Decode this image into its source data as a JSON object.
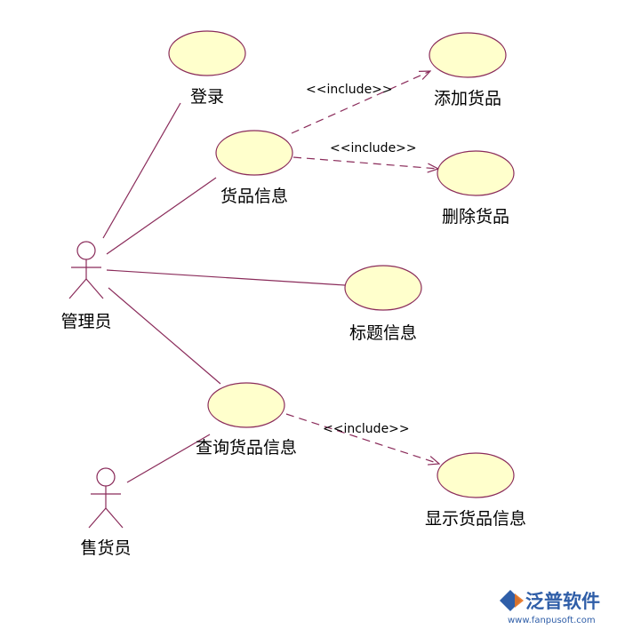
{
  "colors": {
    "line": "#8a2b5a",
    "usecase_fill": "#ffffcc",
    "usecase_stroke": "#8a2b5a",
    "text": "#000000",
    "logo_blue": "#2f5ea8",
    "logo_orange": "#e8731f"
  },
  "actors": {
    "admin": {
      "label": "管理员"
    },
    "seller": {
      "label": "售货员"
    }
  },
  "usecases": {
    "login": {
      "label": "登录"
    },
    "goods_info": {
      "label": "货品信息"
    },
    "add_goods": {
      "label": "添加货品"
    },
    "delete_goods": {
      "label": "删除货品"
    },
    "title_info": {
      "label": "标题信息"
    },
    "query_goods_info": {
      "label": "查询货品信息"
    },
    "display_goods_info": {
      "label": "显示货品信息"
    }
  },
  "relations": {
    "include_add": {
      "stereotype": "<<include>>"
    },
    "include_delete": {
      "stereotype": "<<include>>"
    },
    "include_display": {
      "stereotype": "<<include>>"
    }
  },
  "watermark": {
    "brand": "泛普软件",
    "url": "www.fanpusoft.com",
    "icon": "fanpu-logo-icon"
  }
}
